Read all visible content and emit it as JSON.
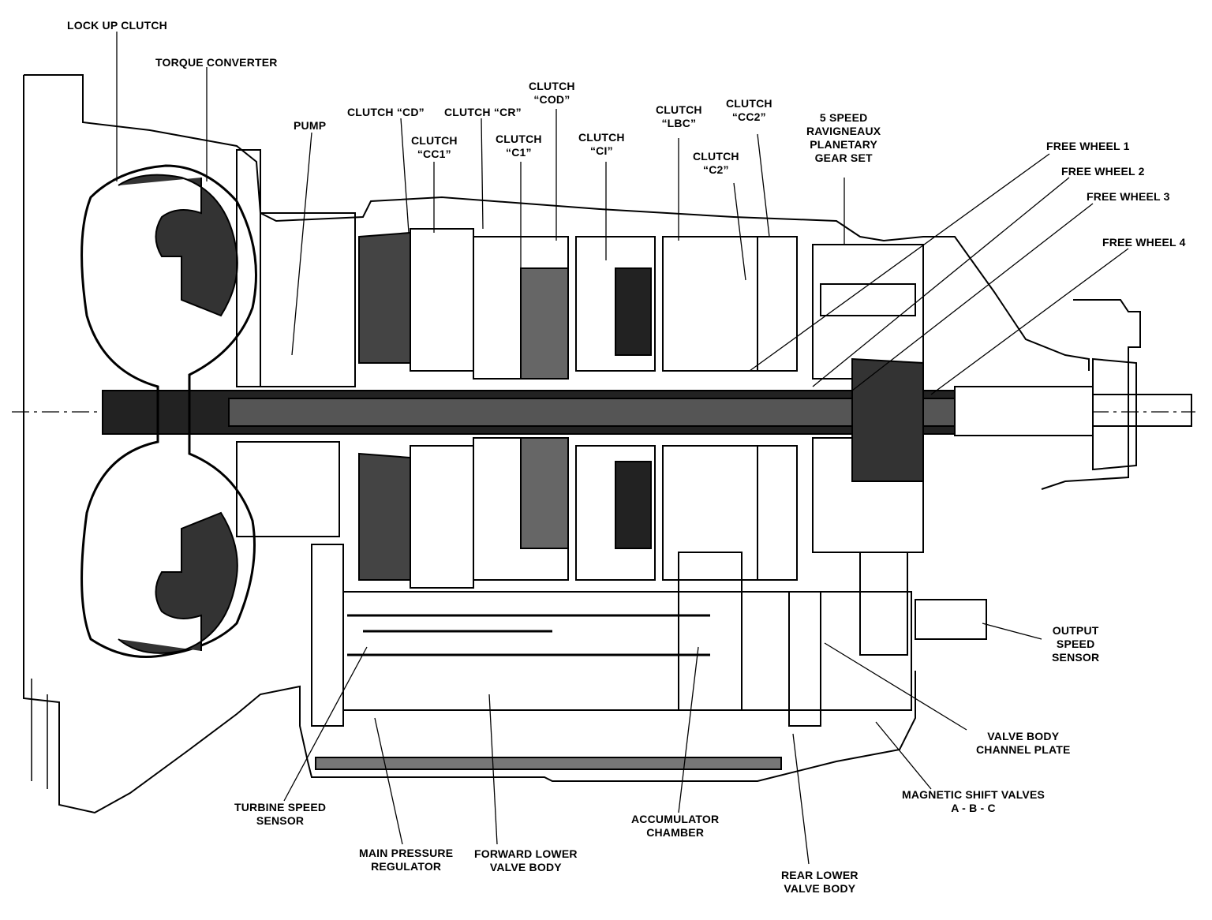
{
  "labels": {
    "lock_up_clutch": "LOCK UP CLUTCH",
    "torque_converter": "TORQUE CONVERTER",
    "pump": "PUMP",
    "clutch_cd": "CLUTCH “CD”",
    "clutch_cr": "CLUTCH “CR”",
    "clutch_cod": [
      "CLUTCH",
      "“COD”"
    ],
    "clutch_cc1": [
      "CLUTCH",
      "“CC1”"
    ],
    "clutch_c1": [
      "CLUTCH",
      "“C1”"
    ],
    "clutch_ci": [
      "CLUTCH",
      "“CI”"
    ],
    "clutch_lbc": [
      "CLUTCH",
      "“LBC”"
    ],
    "clutch_c2": [
      "CLUTCH",
      "“C2”"
    ],
    "clutch_cc2": [
      "CLUTCH",
      "“CC2”"
    ],
    "planetary": [
      "5 SPEED",
      "RAVIGNEAUX",
      "PLANETARY",
      "GEAR SET"
    ],
    "free_wheel_1": "FREE WHEEL 1",
    "free_wheel_2": "FREE WHEEL 2",
    "free_wheel_3": "FREE WHEEL 3",
    "free_wheel_4": "FREE WHEEL 4",
    "output_speed_sensor": [
      "OUTPUT",
      "SPEED",
      "SENSOR"
    ],
    "valve_body_channel_plate": [
      "VALVE BODY",
      "CHANNEL PLATE"
    ],
    "magnetic_shift_valves": [
      "MAGNETIC SHIFT VALVES",
      "A - B - C"
    ],
    "turbine_speed_sensor": [
      "TURBINE SPEED",
      "SENSOR"
    ],
    "main_pressure_regulator": [
      "MAIN PRESSURE",
      "REGULATOR"
    ],
    "forward_lower_valve_body": [
      "FORWARD LOWER",
      "VALVE BODY"
    ],
    "accumulator_chamber": [
      "ACCUMULATOR",
      "CHAMBER"
    ],
    "rear_lower_valve_body": [
      "REAR LOWER",
      "VALVE BODY"
    ]
  }
}
